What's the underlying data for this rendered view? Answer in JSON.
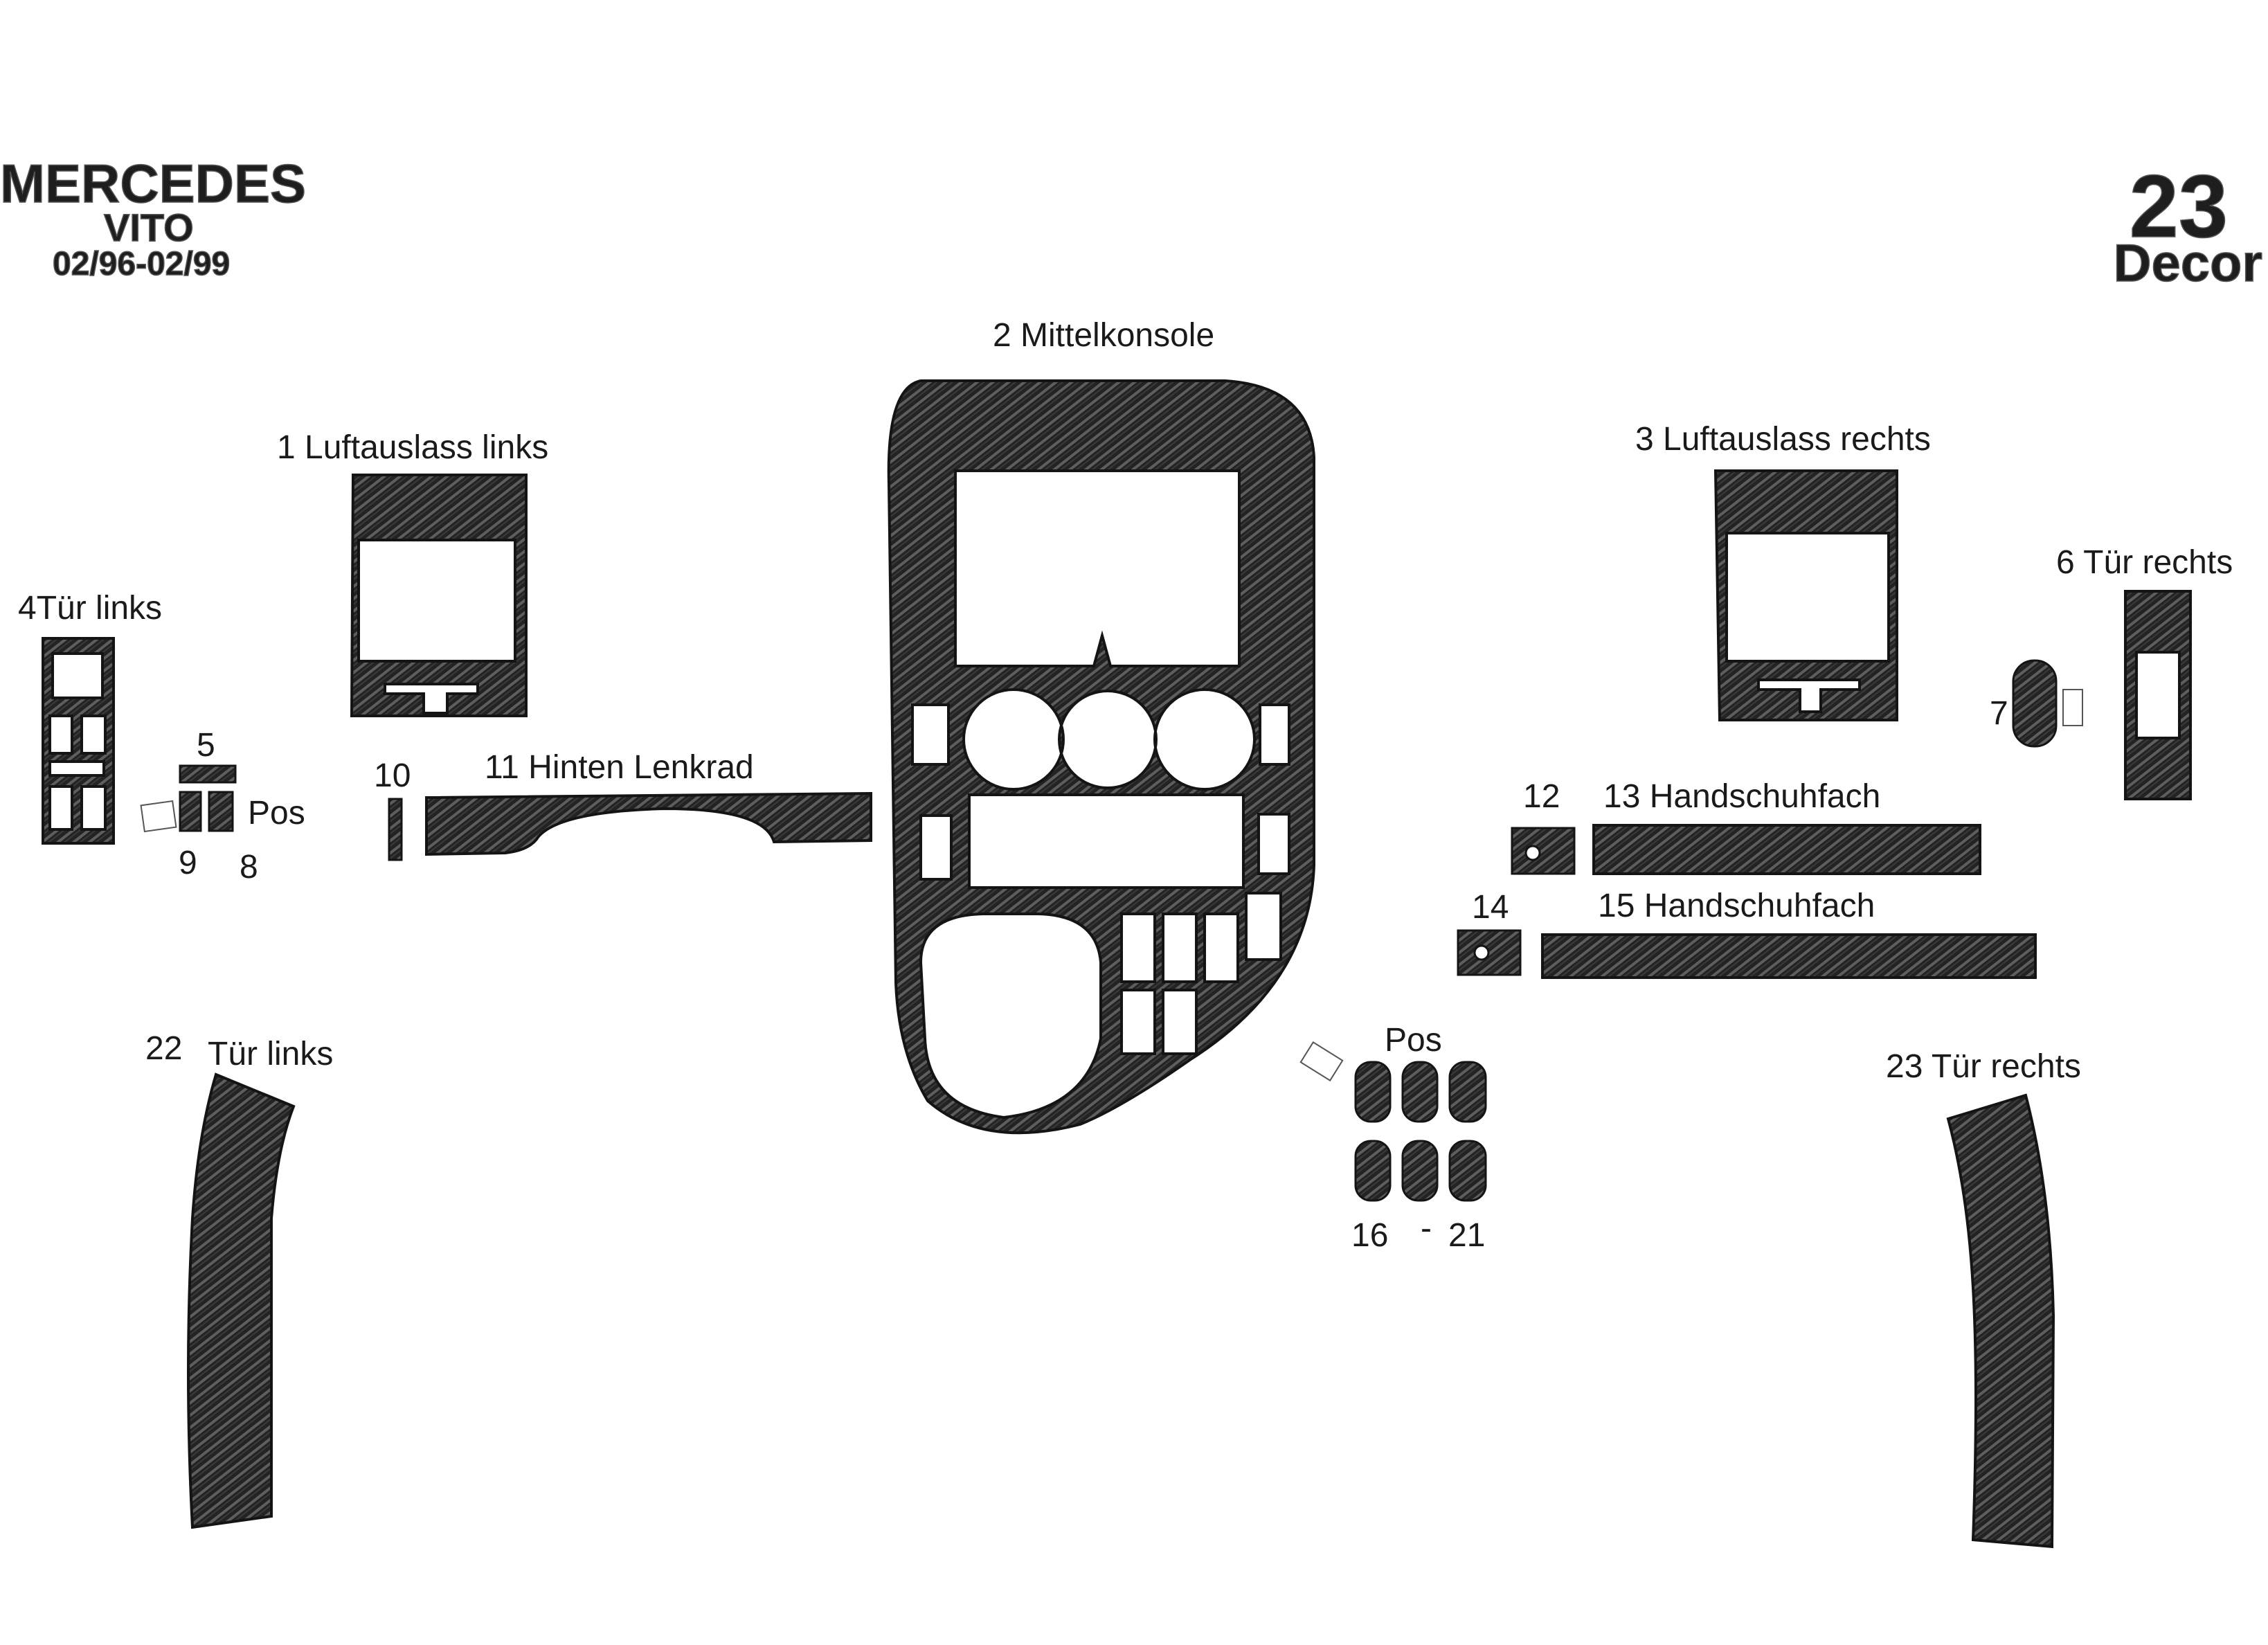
{
  "header": {
    "brand": "MERCEDES",
    "model": "VITO",
    "years": "02/96-02/99",
    "count": "23",
    "count_label": "Decor"
  },
  "parts": {
    "p1": "1  Luftauslass links",
    "p2": "2  Mittelkonsole",
    "p3": "3 Luftauslass rechts",
    "p4": "4Tür links",
    "p5": "5",
    "p6": "6  Tür rechts",
    "p7": "7",
    "p8": "8",
    "p9": "9",
    "p10": "10",
    "p11": "11   Hinten Lenkrad",
    "p12": "12",
    "p13": "13  Handschuhfach",
    "p14": "14",
    "p15": "15  Handschuhfach",
    "p16": "16",
    "p21": "21",
    "dash": "-",
    "p22": "22",
    "p22_text": "Tür links",
    "p23": "23  Tür rechts",
    "pos_left": "Pos",
    "pos_right": "Pos"
  },
  "colors": {
    "carbon": "#232323",
    "weave": "#6a6a6a",
    "outline": "#141414"
  }
}
